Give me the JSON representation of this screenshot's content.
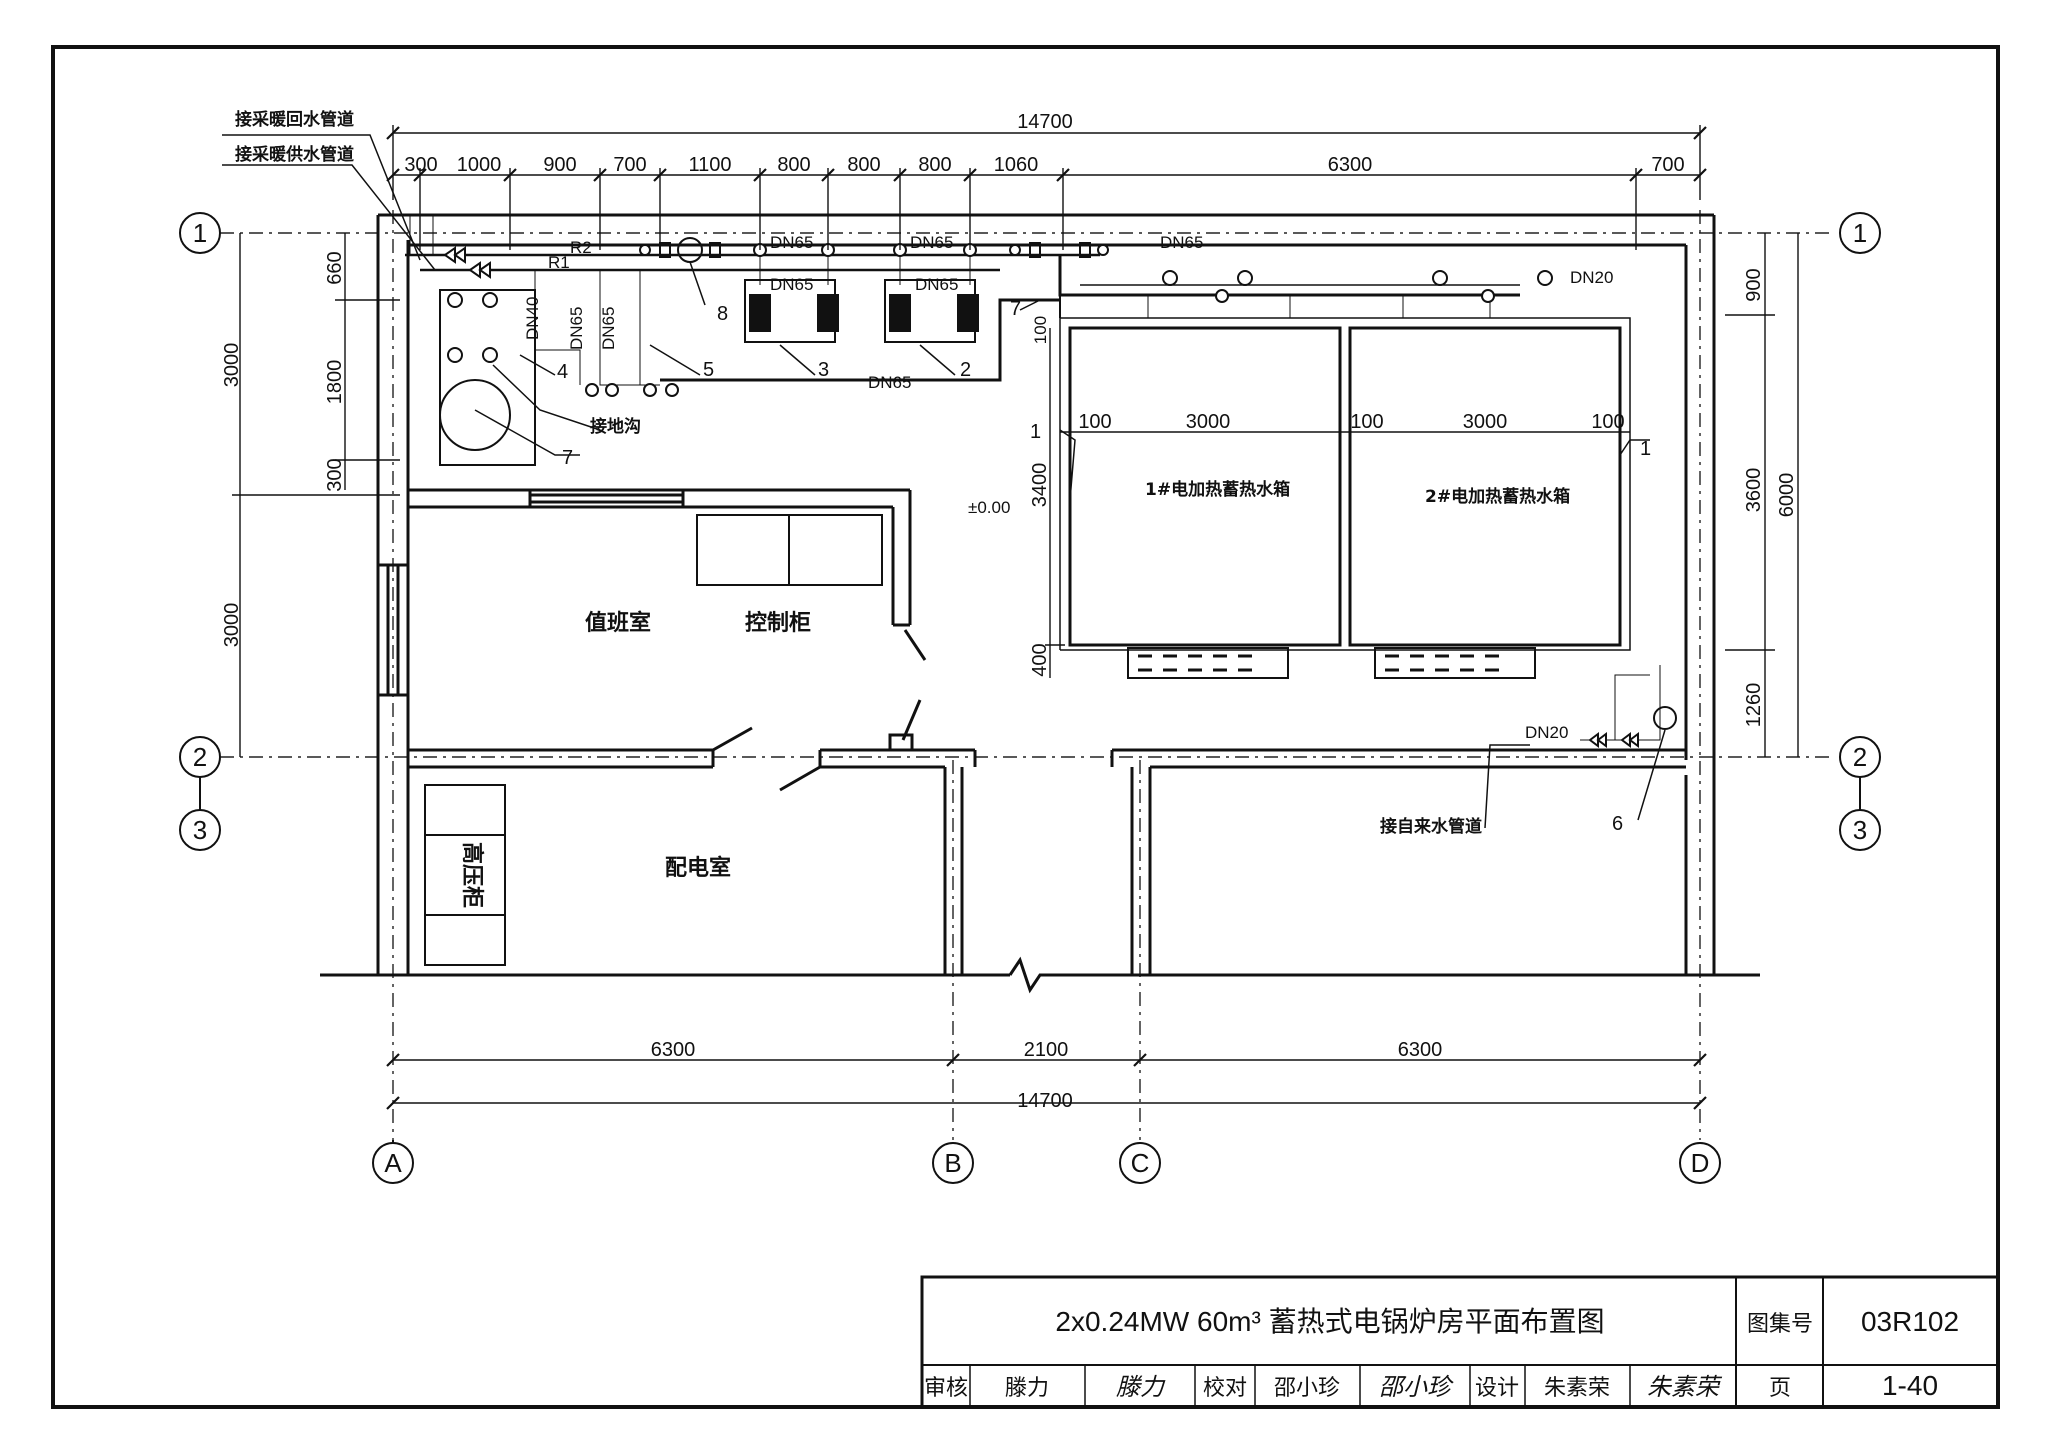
{
  "title_block": {
    "title": "2x0.24MW 60m³ 蓄热式电锅炉房平面布置图",
    "atlas_label": "图集号",
    "atlas_no": "03R102",
    "review_label": "审核",
    "reviewer": "滕力",
    "review_sign": "滕力",
    "check_label": "校对",
    "checker": "邵小珍",
    "check_sign": "邵小珍",
    "design_label": "设计",
    "designer": "朱素荣",
    "design_sign": "朱素荣",
    "page_label": "页",
    "page_no": "1-40"
  },
  "notes": {
    "return_pipe": "接采暖回水管道",
    "supply_pipe": "接采暖供水管道",
    "floor_drain": "接地沟",
    "water_supply": "接自来水管道"
  },
  "rooms": {
    "duty_room": "值班室",
    "control_cabinet": "控制柜",
    "power_room": "配电室",
    "hv_cabinet": "高压柜",
    "tank1": "1#电加热蓄热水箱",
    "tank2": "2#电加热蓄热水箱",
    "elevation": "±0.00"
  },
  "top_dims": {
    "total": "14700",
    "segments": [
      "300",
      "1000",
      "900",
      "700",
      "1100",
      "800",
      "800",
      "800",
      "1060",
      "6300",
      "700"
    ]
  },
  "bottom_dims": {
    "segments": [
      "6300",
      "2100",
      "6300"
    ],
    "total": "14700"
  },
  "left_dims": {
    "d3000a": "3000",
    "d3000b": "3000",
    "d660": "660",
    "d1800": "1800",
    "d300": "300"
  },
  "right_dims": {
    "d900": "900",
    "d3600": "3600",
    "d1260": "1260",
    "d6000": "6000"
  },
  "tank_dims": {
    "d100a": "100",
    "d3000a": "3000",
    "d100b": "100",
    "d3000b": "3000",
    "d100c": "100",
    "d3400": "3400",
    "d400": "400",
    "d100v": "100"
  },
  "pipe_labels": {
    "dn65_1": "DN65",
    "dn65_2": "DN65",
    "dn65_3": "DN65",
    "dn65_4": "DN65",
    "dn65_5": "DN65",
    "dn65_6": "DN65",
    "dn65_v1": "DN65",
    "dn65_v2": "DN65",
    "dn40": "DN40",
    "dn20_a": "DN20",
    "dn20_b": "DN20",
    "r1": "R1",
    "r2": "R2"
  },
  "callouts": {
    "c1a": "1",
    "c1b": "1",
    "c2": "2",
    "c3": "3",
    "c4": "4",
    "c5": "5",
    "c6": "6",
    "c7a": "7",
    "c7b": "7",
    "c8": "8"
  },
  "axes": {
    "row1_left": "1",
    "row1_right": "1",
    "row2_left": "2",
    "row2_right": "2",
    "row3_left": "3",
    "row3_right": "3",
    "colA": "A",
    "colB": "B",
    "colC": "C",
    "colD": "D"
  }
}
